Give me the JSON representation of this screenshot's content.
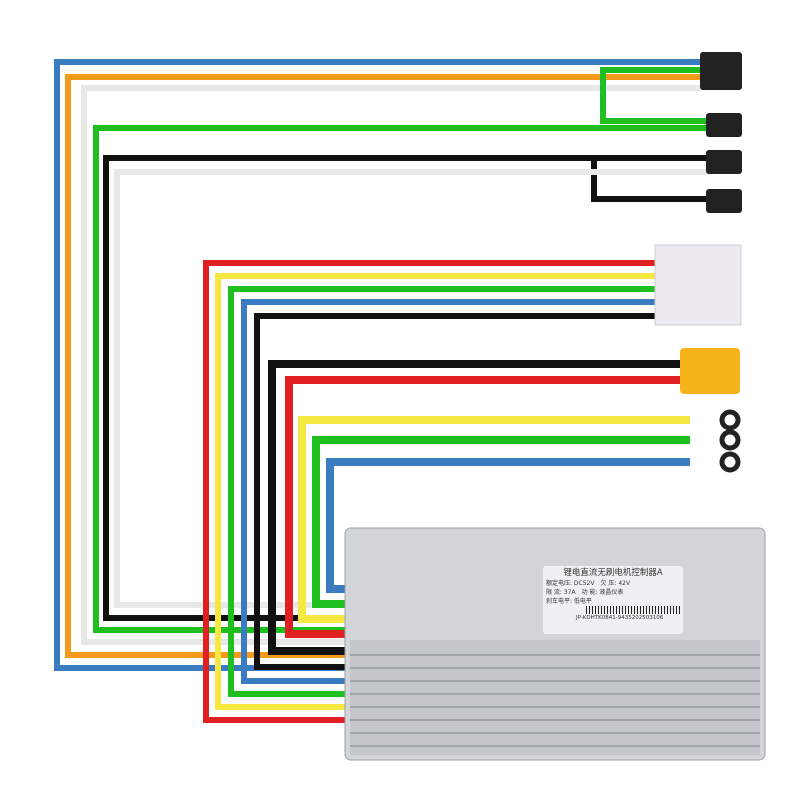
{
  "label": {
    "title": "锂电直流无刷电机控制器A",
    "rated_voltage": "额定电压: DC52V",
    "undervoltage": "欠 压: 42V",
    "current_limit": "限 流: 37A",
    "function": "功 能: 液晶仪表",
    "brake_level": "刹车电平: 低电平",
    "serial": "JP-KDHTK0841-9435202503106"
  },
  "colors": {
    "red": "#e02020",
    "yellow": "#f5e840",
    "green": "#1fbf1f",
    "blue": "#3b7cc0",
    "black": "#111111",
    "orange": "#f39a1a",
    "white": "#eeeeee",
    "housing": "#d2d5d8"
  }
}
